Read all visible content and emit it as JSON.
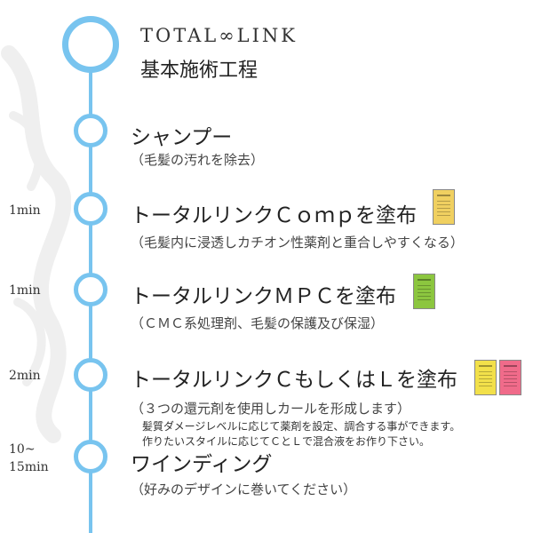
{
  "brand": "TOTAL∞LINK",
  "subtitle": "基本施術工程",
  "steps": [
    {
      "time": "",
      "title": "シャンプー",
      "desc": "（毛髪の汚れを除去）"
    },
    {
      "time": "1min",
      "title": "トータルリンクＣｏｍｐを塗布",
      "desc": "（毛髪内に浸透しカチオン性薬剤と重合しやすくなる）"
    },
    {
      "time": "1min",
      "title": "トータルリンクＭＰＣを塗布",
      "desc": "（ＣＭＣ系処理剤、毛髪の保護及び保湿）"
    },
    {
      "time": "2min",
      "title": "トータルリンクＣもしくはＬを塗布",
      "desc": "（３つの還元剤を使用しカールを形成します）"
    },
    {
      "time_line1": "10~",
      "time_line2": "15min",
      "title": "ワインディング",
      "desc": "（好みのデザインに巻いてください）"
    }
  ],
  "notes": [
    "髪質ダメージレベルに応じて薬剤を設定、調合する事ができます。",
    "作りたいスタイルに応じてＣとＬで混合液をお作り下さい。"
  ],
  "colors": {
    "timeline": "#78c4ef",
    "comp_bottle": "#f0d060",
    "mpc_bottle": "#8cc63f",
    "c_bottle": "#f2e04a",
    "l_bottle": "#f06b8a"
  }
}
